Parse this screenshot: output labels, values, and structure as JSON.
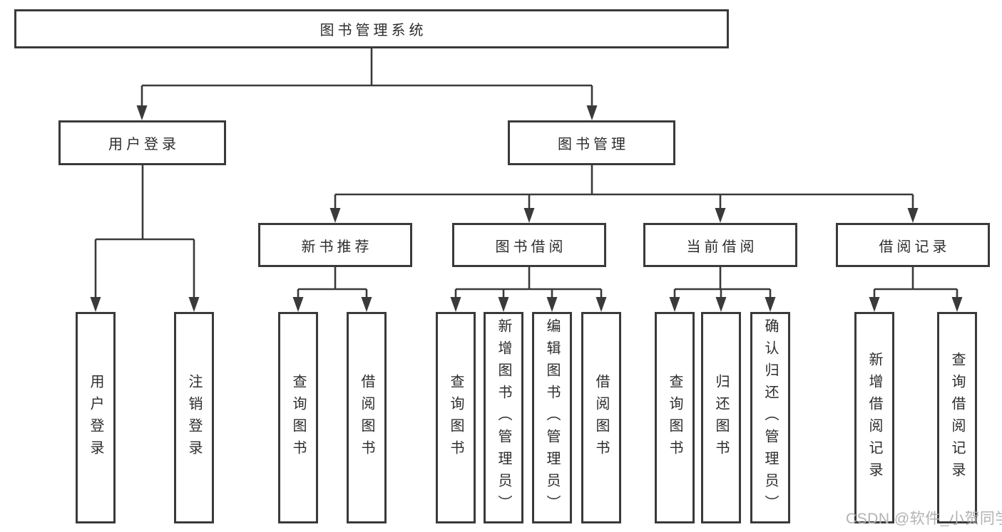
{
  "tree": {
    "label": "图书管理系统",
    "children": [
      {
        "label": "用户登录",
        "children": [
          {
            "label": "用户登录"
          },
          {
            "label": "注销登录"
          }
        ]
      },
      {
        "label": "图书管理",
        "children": [
          {
            "label": "新书推荐",
            "children": [
              {
                "label": "查询图书"
              },
              {
                "label": "借阅图书"
              }
            ]
          },
          {
            "label": "图书借阅",
            "children": [
              {
                "label": "查询图书"
              },
              {
                "label": "新增图书（管理员）"
              },
              {
                "label": "编辑图书（管理员）"
              },
              {
                "label": "借阅图书"
              }
            ]
          },
          {
            "label": "当前借阅",
            "children": [
              {
                "label": "查询图书"
              },
              {
                "label": "归还图书"
              },
              {
                "label": "确认归还（管理员）"
              }
            ]
          },
          {
            "label": "借阅记录",
            "children": [
              {
                "label": "新增借阅记录"
              },
              {
                "label": "查询借阅记录"
              }
            ]
          }
        ]
      }
    ]
  },
  "watermark": {
    "text": "CSDN @软件_小贺同学"
  },
  "colors": {
    "line": "#3a3a3a",
    "text": "#2d2d2d",
    "box_background": "#ffffff",
    "watermark": "#b2b2b2",
    "background": "#ffffff"
  }
}
